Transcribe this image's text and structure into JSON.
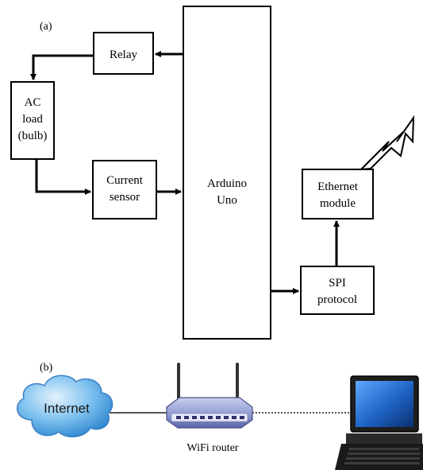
{
  "panel_a": {
    "label": "(a)",
    "relay": "Relay",
    "ac_load": [
      "AC",
      "load",
      "(bulb)"
    ],
    "current_sensor": [
      "Current",
      "sensor"
    ],
    "arduino": [
      "Arduino",
      "Uno"
    ],
    "ethernet": [
      "Ethernet",
      "module"
    ],
    "spi": [
      "SPI",
      "protocol"
    ]
  },
  "panel_b": {
    "label": "(b)",
    "cloud_label": "Internet",
    "router_caption": "WiFi router"
  },
  "colors": {
    "cloud_fill": "#6fb6ea",
    "cloud_light": "#cfe8fb",
    "router_body": "#8a94cf",
    "laptop_screen": "#1f5fb5"
  }
}
